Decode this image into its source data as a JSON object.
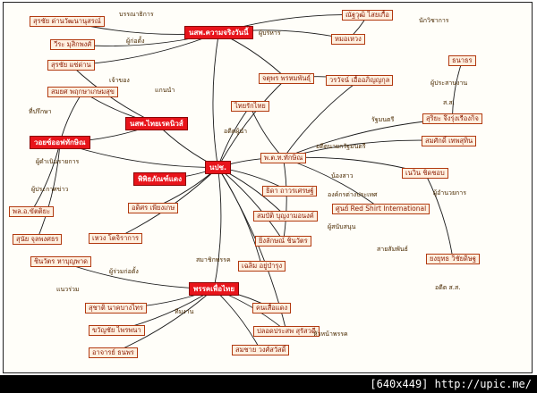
{
  "diagram": {
    "hubs": {
      "center": "นปช.",
      "pasu": "นสพ.ความจริงวันนี้",
      "tv": "นสพ.ไทยเรดนิวส์",
      "radio": "วอยซ์ออฟทักษิณ",
      "party": "พรรคเพื่อไทย",
      "museum": "พิพิธภัณฑ์แดง"
    },
    "boxes": {
      "jatu": "จตุพร พรหมพันธุ์",
      "thaksin": "พ.ต.ท.ทักษิณ",
      "nattawut": "ณัฐวุฒิ ไสยเกื้อ",
      "veera": "วีระ มุสิกพงศ์",
      "weng": "เหวง โตจิราการ",
      "suthep": "สุรชัย แซ่ด่าน",
      "adisorn": "อดิศร เพียงเกษ",
      "sansanee": "ธิดา ถาวรเศรษฐ์",
      "rachen": "สมบัติ บุญงามอนงค์",
      "shinawatra": "ยิ่งลักษณ์ ชินวัตร",
      "pheu1": "เฉลิม อยู่บำรุง",
      "pheu2": "สมชาย วงศ์สวัสดิ์",
      "pheu3": "ปลอดประสพ สุรัสวดี",
      "right1": "วรวัจน์ เอื้ออภิญญกุล",
      "right2": "สุริยะ จึงรุ่งเรืองกิจ",
      "right3": "สมศักดิ์ เทพสุทิน",
      "right4": "เนวิน ชิดชอบ",
      "right5": "ยงยุทธ วิชัยดิษฐ",
      "redshirt": "ศูนย์ Red Shirt International",
      "left1": "สุรชัย ด่านวัฒนานุสรณ์",
      "left2": "สมยศ พฤกษาเกษมสุข",
      "left3": "พล.อ.ขัตติยะ",
      "left4": "ชินวัตร หาบุญพาด",
      "left5": "สุนัย จุลพงศธร",
      "bottom1": "สุชาติ นาคบางไทร",
      "bottom2": "ขวัญชัย ไพรพนา",
      "bottom3": "อาจารย์ ธนพร",
      "bottom4": "ธนาธร",
      "m1": "ไทยรักไทย",
      "m2": "หมอเหวง",
      "m3": "คนเสื้อแดง"
    },
    "labels": {
      "l1": "บรรณาธิการ",
      "l2": "ผู้ก่อตั้ง",
      "l3": "ผู้บริหาร",
      "l4": "ที่ปรึกษา",
      "l5": "เจ้าของ",
      "l6": "แกนนำ",
      "l7": "อดีตนายกรัฐมนตรี",
      "l8": "น้องสาว",
      "l9": "ผู้ประสานงาน",
      "l10": "สมาชิกพรรค",
      "l11": "รัฐมนตรี",
      "l12": "ส.ส.",
      "l13": "ผู้ดำเนินรายการ",
      "l14": "อดีตผู้นำ",
      "l15": "ผู้สนับสนุน",
      "l16": "ผู้อำนวยการ",
      "l17": "นักวิชาการ",
      "l18": "หัวหน้าพรรค",
      "l19": "ผู้ร่วมก่อตั้ง",
      "l20": "แนวร่วม",
      "l21": "ทีมงาน",
      "l22": "ผู้ประกาศข่าว",
      "l23": "สายสัมพันธ์",
      "l24": "องค์กรต่างประเทศ",
      "l25": "อดีต ส.ส."
    },
    "colors": {
      "hub": "#e8141b",
      "box_border": "#b23a10",
      "line": "#1a1a1a"
    }
  },
  "footer": {
    "text": "[640x449] http://upic.me/"
  }
}
